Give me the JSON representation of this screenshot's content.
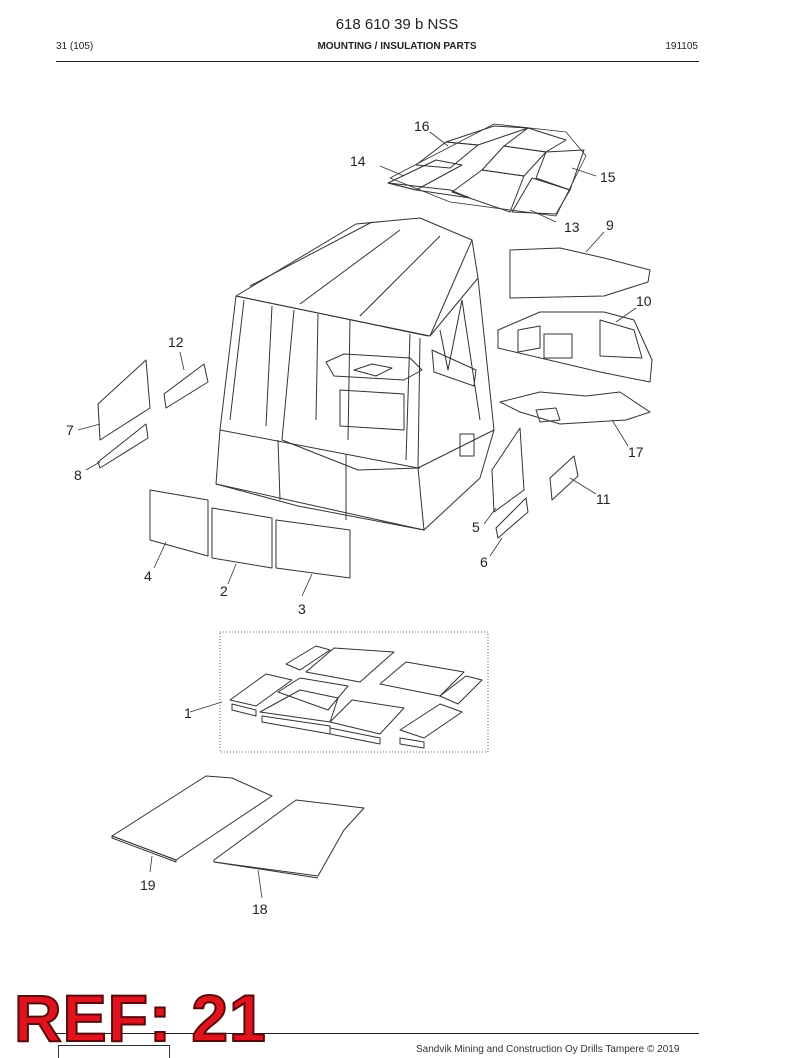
{
  "document": {
    "title": "618 610 39 b NSS",
    "page": "31 (105)",
    "section": "MOUNTING / INSULATION PARTS",
    "code": "191105"
  },
  "callouts": [
    "1",
    "2",
    "3",
    "4",
    "5",
    "6",
    "7",
    "8",
    "9",
    "10",
    "11",
    "12",
    "13",
    "14",
    "15",
    "16",
    "17",
    "18",
    "19"
  ],
  "stamp": {
    "text": "REF: 21",
    "color": "#e0141e"
  },
  "footer": {
    "copyright": "Sandvik Mining and Construction Oy Drills Tampere © 2019"
  }
}
